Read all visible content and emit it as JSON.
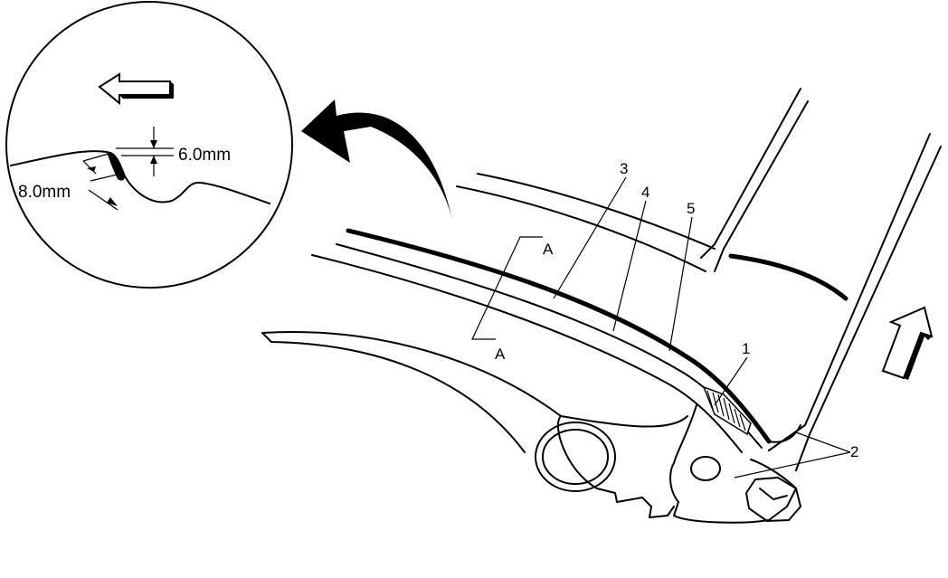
{
  "detail": {
    "dim_top": "6.0mm",
    "dim_side": "8.0mm"
  },
  "callouts": {
    "n1": "1",
    "n2": "2",
    "n3": "3",
    "n4": "4",
    "n5": "5"
  },
  "section": {
    "top": "A",
    "bottom": "A"
  },
  "colors": {
    "ink": "#000000",
    "paper": "#ffffff"
  }
}
